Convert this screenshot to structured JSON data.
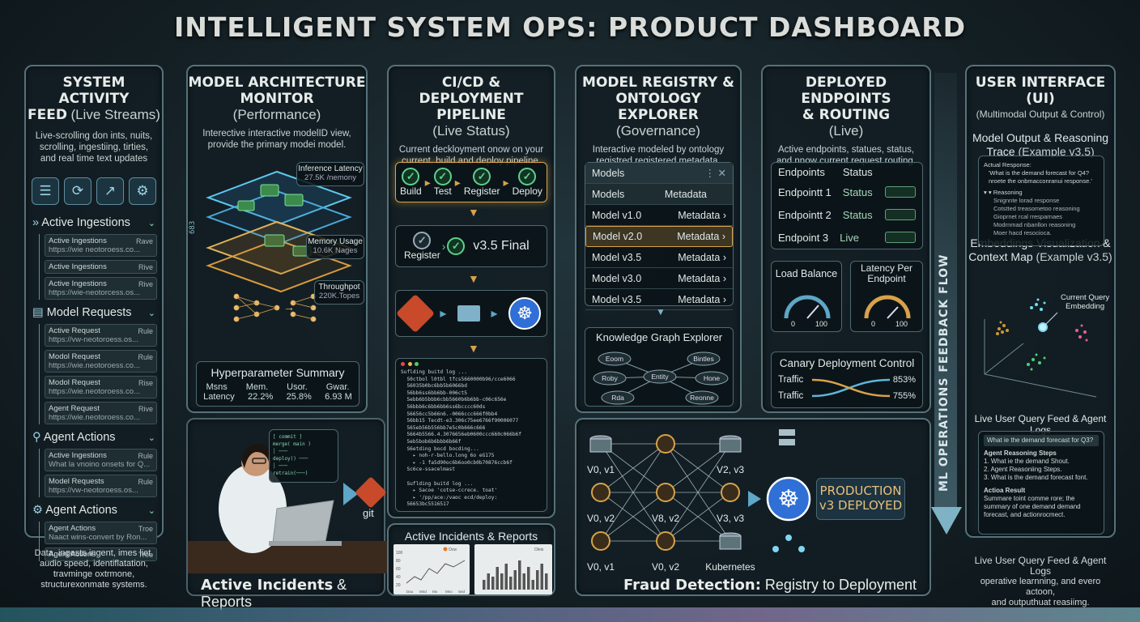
{
  "title": "INTELLIGENT SYSTEM OPS: PRODUCT DASHBOARD",
  "p1": {
    "title": "SYSTEM ACTIVITY",
    "title2": "FEED",
    "subtitle": "(Live Streams)",
    "desc1": "Live-scrolling don ints, nuits,",
    "desc2": "scrolling, ingestiing, tirties,",
    "desc3": "and real time text updates",
    "sections": [
      {
        "label": "Active Ingestions",
        "rows": [
          {
            "t": "Active Ingestions",
            "tag": "Rave",
            "url": "https://wie neotoroess.co..."
          },
          {
            "t": "Active Ingestions",
            "tag": "Rive",
            "url": ""
          },
          {
            "t": "Active Ingestions",
            "tag": "Rive",
            "url": "https://wie-neotorcess.os..."
          }
        ]
      },
      {
        "label": "Model Requests",
        "rows": [
          {
            "t": "Active Request",
            "tag": "Rule",
            "url": "https://vw-neotoroess.os..."
          },
          {
            "t": "Modol Request",
            "tag": "Rule",
            "url": "https://wie.neotoroess.co..."
          },
          {
            "t": "Modol Request",
            "tag": "Rise",
            "url": "https://wie.neotoroess.co..."
          },
          {
            "t": "Agent Request",
            "tag": "Rive",
            "url": "https://wie.neotoroess.co..."
          }
        ]
      },
      {
        "label": "Agent Actions",
        "rows": [
          {
            "t": "Active Ingestions",
            "tag": "Rule",
            "url": "What la vnoino onsets for Q..."
          },
          {
            "t": "Model Requests",
            "tag": "Rule",
            "url": "https://vw-neotoroess.os..."
          }
        ]
      },
      {
        "label": "Agent Actions",
        "rows": [
          {
            "t": "Agent Actions",
            "tag": "Troe",
            "url": "Naact wins-convert by Ron..."
          },
          {
            "t": "Agent Actions",
            "tag": "Troe",
            "url": ""
          }
        ]
      }
    ],
    "footer1": "Data, ingests ingent, imes liet,",
    "footer2": "audio speed, identiflatation,",
    "footer3": "travminge oxtrmone,",
    "footer4": "structurexonmate systems."
  },
  "p2": {
    "title1": "MODEL ARCHITECTURE",
    "title2": "MONITOR",
    "subtitle": "(Performance)",
    "desc1": "Interective interactive modelID view,",
    "desc2": "provide the primary modei model.",
    "inference_label": "Inference Latency",
    "inference_value": "27.5K /nemony",
    "memory_label": "Memory Usage",
    "memory_value": "10.6K Nages",
    "throughput_label": "Throughpot",
    "throughput_value": "220K.Topes",
    "side_label": "683",
    "hyper_title": "Hyperparameter Summary",
    "hyper_headers": [
      "Msns",
      "Mem.",
      "Usor.",
      "Gwar."
    ],
    "hyper_values": [
      "Latency",
      "22.2%",
      "25.8%",
      "6.93 M"
    ]
  },
  "p2b": {
    "caption_bold": "Active Incidents",
    "caption_rest": " & Reports",
    "git_label": "git",
    "terminal_lines": [
      "[ commit ]",
      "  merge( main )",
      "  │ ───",
      "  deploy() ───",
      "  │ ───",
      "  retrain(───)"
    ]
  },
  "p3": {
    "title1": "CI/CD & DEPLOYMENT",
    "title2": "PIPELINE",
    "subtitle": "(Live Status)",
    "desc1": "Current deckloyment onow on your",
    "desc2": "current, build and deploy pipeline.",
    "stages": [
      "Build",
      "Test",
      "Register",
      "Deploy"
    ],
    "register_label": "Register",
    "version_label": "v3.5 Final",
    "log_lines": [
      "Suflding buitd log ...",
      "  S0ctbol l0tbl tfcs5660000b96/cce6066",
      "  56035b0bc6bb5b6066bd",
      "  56bb6ss6bb6bb-006ct5",
      "  5ebb6b5bbb6cbb5660b6b6bb-c06c656e",
      "  56bbb6c6bb6bb6ss6bcccc60ds",
      "  56656cc5b66n6.-0066ccc666f0bb4",
      "  56bb15 Tecdt-e3.306c75ee6766f90006077",
      "  565eb56b556bb7e5c0b666c666",
      "  5664b5566.4.3076656eb0600ccc660c066b6f",
      "  5eb5bob6b6bbb6b66f",
      "  S6etding bocd bocding...",
      "    ▸ noh-r-bello.long 6o eG175",
      "    ▸ -1 fa5d90oc6b6oo0cb0b70876ccb6f",
      "  Sc6ce-ssacelmast",
      "",
      "  Suflding buitd log ...",
      "    ▸ Sacoe 'cotse-ccrece. toat'",
      "    ▸ '/pp/ace:/vaoc ecd/deploy:",
      "  56653bc5516517"
    ]
  },
  "p3b": {
    "title": "Active Incidents & Reports",
    "y_ticks": [
      "100",
      "80",
      "60",
      "40",
      "20"
    ],
    "x_ticks": [
      "Dau",
      "Mnd",
      "Mo",
      "Mno",
      "Sed"
    ],
    "legend_left": "Ocw",
    "legend_right": "Oleis"
  },
  "p4": {
    "title1": "MODEL REGISTRY &",
    "title2": "ONTOLOGY EXPLORER",
    "subtitle": "(Governance)",
    "desc1": "Interactive modeled by ontology",
    "desc2": "registred registered metadata.",
    "table_title": "Models",
    "col_models": "Models",
    "col_meta": "Metadata",
    "rows": [
      {
        "model": "Model v1.0",
        "meta": "Metadata"
      },
      {
        "model": "Model v2.0",
        "meta": "Metadata"
      },
      {
        "model": "Model v3.5",
        "meta": "Metadata"
      },
      {
        "model": "Model v3.0",
        "meta": "Metadata"
      },
      {
        "model": "Model v3.5",
        "meta": "Metadata"
      }
    ],
    "kg_title": "Knowledge Graph Explorer",
    "kg_nodes": [
      "Entity",
      "Eoom",
      "Bintles",
      "Roby",
      "Hone",
      "Rda",
      "Reonne"
    ]
  },
  "p4b": {
    "caption_bold": "Fraud Detection:",
    "caption_rest": " Registry to Deployment",
    "nodes": [
      "V0, v1",
      "V0, v2",
      "V0, v1",
      "V0, v2",
      "V8, v2",
      "V2, v3",
      "V3, v3",
      "Kubernetes"
    ],
    "deploy1": "PRODUCTION",
    "deploy2": "v3 DEPLOYED"
  },
  "p5": {
    "title1": "DEPLOYED ENDPOINTS",
    "title2": "& ROUTING",
    "subtitle": "(Live)",
    "desc1": "Active endpoints, statues, status,",
    "desc2": "and nnow current request routing.",
    "col_endpoints": "Endpoints",
    "col_status": "Status",
    "rows": [
      {
        "ep": "Endpointt 1",
        "st": "Status"
      },
      {
        "ep": "Endpointt 2",
        "st": "Status"
      },
      {
        "ep": "Endpoint 3",
        "st": "Live"
      }
    ],
    "lb_title": "Load Balance",
    "lat_title1": "Latency Per",
    "lat_title2": "Endpoint",
    "gauge_min": "0",
    "gauge_max": "100",
    "canary_title": "Canary Deployment Control",
    "traffic_label": "Traffic",
    "traffic1": "853%",
    "traffic2": "755%"
  },
  "flow_label": "ML OPERATIONS FEEDBACK FLOW",
  "p6": {
    "title": "USER INTERFACE (UI)",
    "subtitle": "(Multimodal Output & Control)",
    "sec1_a": "Model Output & Reasoning",
    "sec1_b": "Trace",
    "sec1_c": "(Example v3.5)",
    "resp_label": "Actual Response:",
    "resp_q": "'What is the demand forecast for Q4?",
    "resp_a": "nroete the onbmacconranui response.'",
    "reason_label": "▾ ▾ Reasoning",
    "reason_items": [
      "Snignnte lorad response",
      "Cotstted treasometoo reasoning",
      "Gioprnet rcal rresparnaes",
      "Modrnmad nbanllon reasoning",
      "Moer hacd resocioca."
    ],
    "sec2_a": "Embeddings Visualization &",
    "sec2_b": "Context Map",
    "sec2_c": "(Example v3.5)",
    "current_query": "Current Query",
    "embedding": "Embedding",
    "sec3": "Live User Query Feed & Agent Logs",
    "feed_q": "What ie the demand forecast for Q3?",
    "feed_steps_title": "Agent Reasoning Steps",
    "feed_steps": [
      "1. What ie the demand Shout.",
      "2. Agent Reasoniing Steps.",
      "3. What is the demand forecast font."
    ],
    "feed_action_title": "Actioa Result",
    "feed_action": [
      "Summare toint comme rore; the",
      "summary of one demand demand",
      "forecast, and actionrocmect."
    ],
    "footer1": "Live User Query Feed & Agent Logs",
    "footer2": "operative learnning, and evero actoon,",
    "footer3": "and outputhuat reasiimg."
  },
  "colors": {
    "accent_orange": "#d8a24b",
    "accent_green": "#5fd08a",
    "accent_cyan": "#7fd6f0",
    "kube_blue": "#2f6fd6"
  }
}
